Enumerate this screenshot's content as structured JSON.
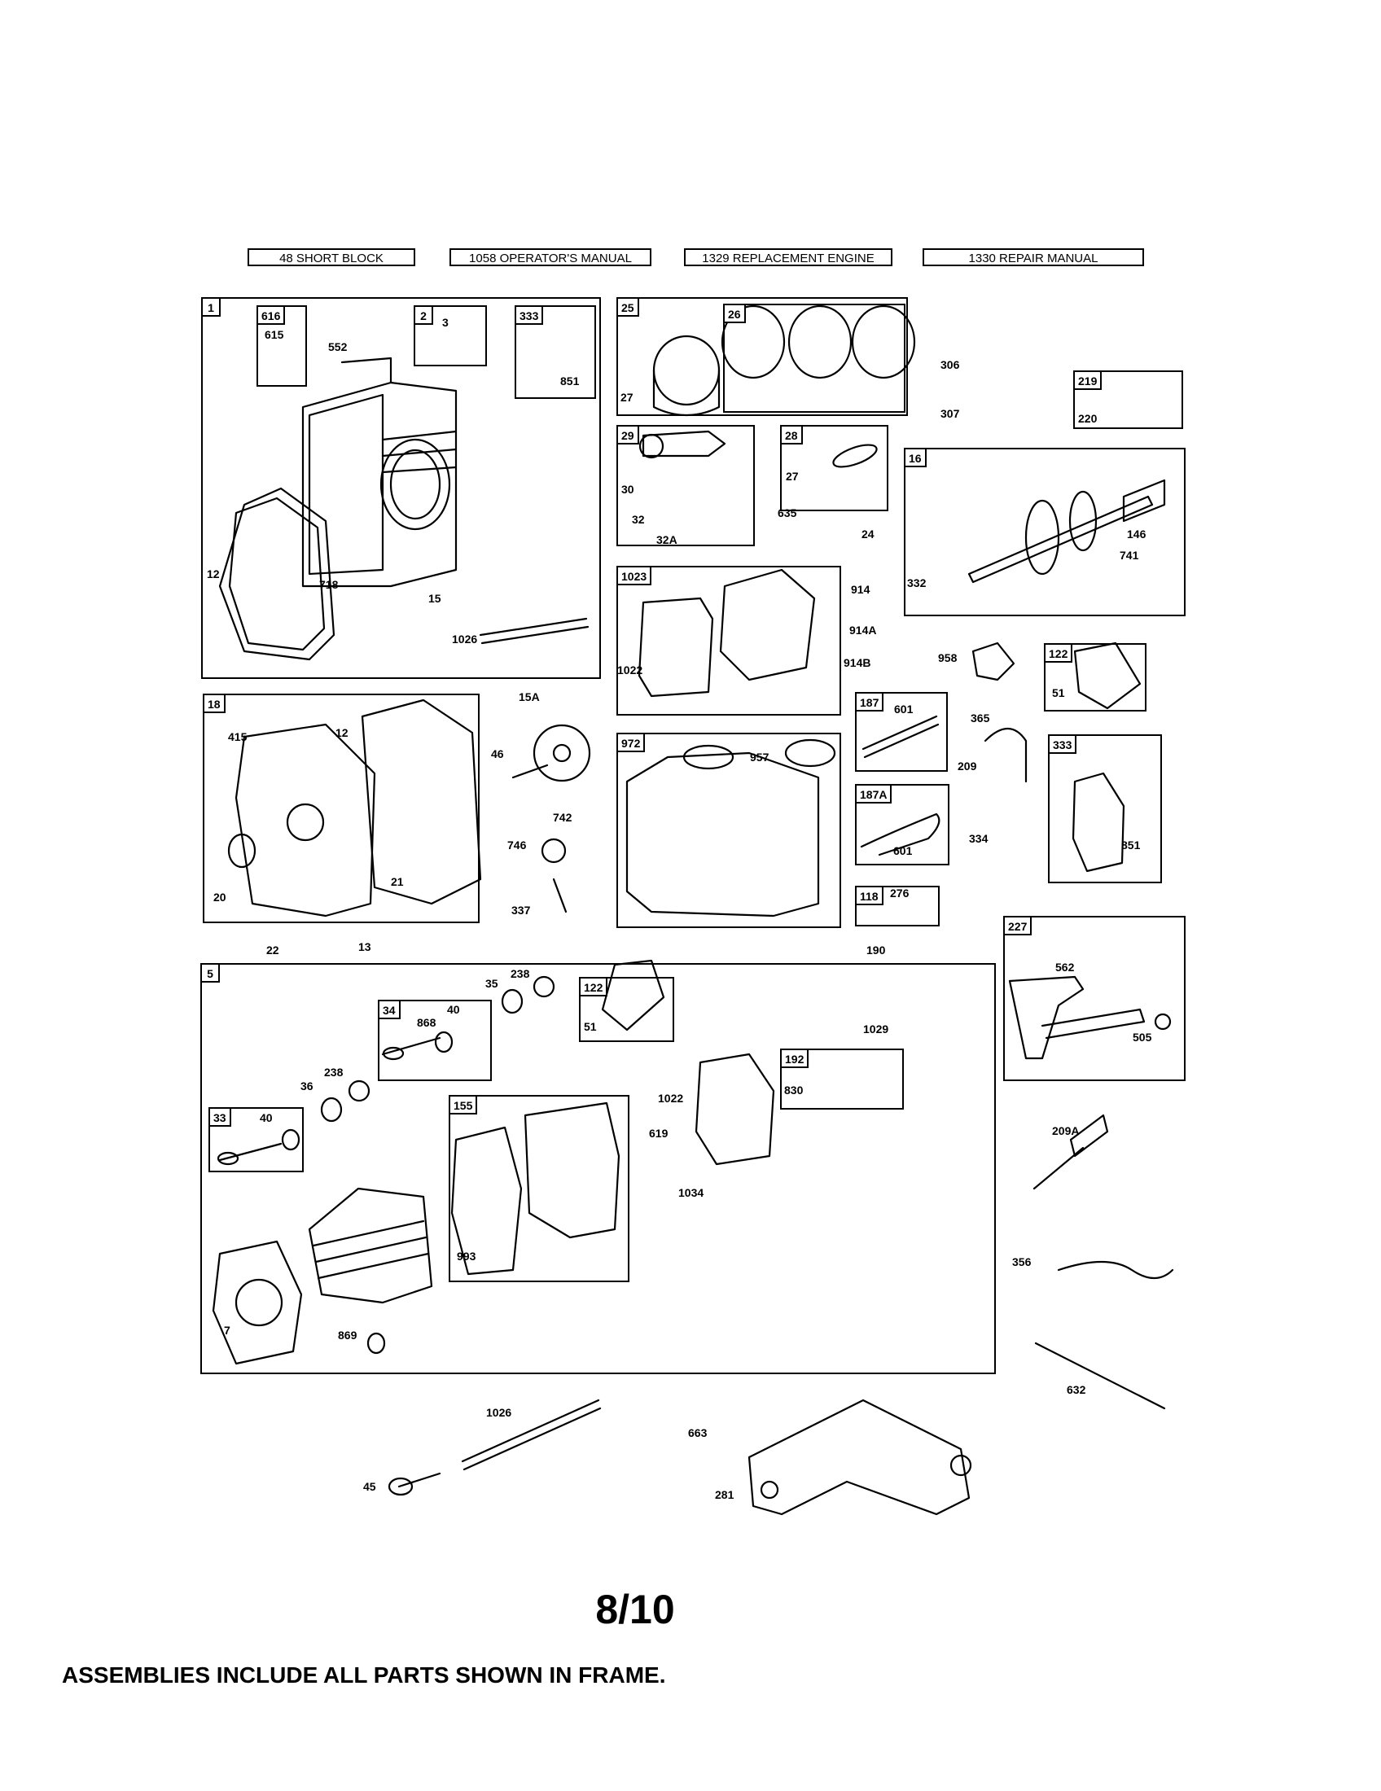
{
  "header_boxes": [
    {
      "label": "48 SHORT BLOCK"
    },
    {
      "label": "1058 OPERATOR'S MANUAL"
    },
    {
      "label": "1329 REPLACEMENT ENGINE"
    },
    {
      "label": "1330 REPAIR MANUAL"
    }
  ],
  "frames": [
    {
      "label": "1"
    },
    {
      "label": "616"
    },
    {
      "label": "2"
    },
    {
      "label": "333"
    },
    {
      "label": "25"
    },
    {
      "label": "26"
    },
    {
      "label": "29"
    },
    {
      "label": "28"
    },
    {
      "label": "219"
    },
    {
      "label": "16"
    },
    {
      "label": "1023"
    },
    {
      "label": "18"
    },
    {
      "label": "972"
    },
    {
      "label": "187"
    },
    {
      "label": "187A"
    },
    {
      "label": "122"
    },
    {
      "label": "333"
    },
    {
      "label": "118"
    },
    {
      "label": "227"
    },
    {
      "label": "5"
    },
    {
      "label": "34"
    },
    {
      "label": "122"
    },
    {
      "label": "192"
    },
    {
      "label": "33"
    },
    {
      "label": "155"
    }
  ],
  "part_labels": [
    "615",
    "552",
    "3",
    "851",
    "27",
    "306",
    "307",
    "220",
    "30",
    "32",
    "32A",
    "27",
    "635",
    "24",
    "146",
    "741",
    "332",
    "12",
    "718",
    "15",
    "1026",
    "914",
    "914A",
    "914B",
    "1022",
    "958",
    "51",
    "15A",
    "415",
    "12",
    "46",
    "957",
    "601",
    "365",
    "209",
    "742",
    "746",
    "601",
    "334",
    "851",
    "20",
    "21",
    "337",
    "276",
    "22",
    "13",
    "190",
    "562",
    "505",
    "238",
    "35",
    "868",
    "40",
    "51",
    "1029",
    "238",
    "36",
    "830",
    "40",
    "1022",
    "619",
    "1034",
    "993",
    "209A",
    "7",
    "869",
    "356",
    "632",
    "1026",
    "663",
    "45",
    "281"
  ],
  "page_number": "8/10",
  "footer_note": "ASSEMBLIES INCLUDE ALL PARTS SHOWN IN FRAME."
}
